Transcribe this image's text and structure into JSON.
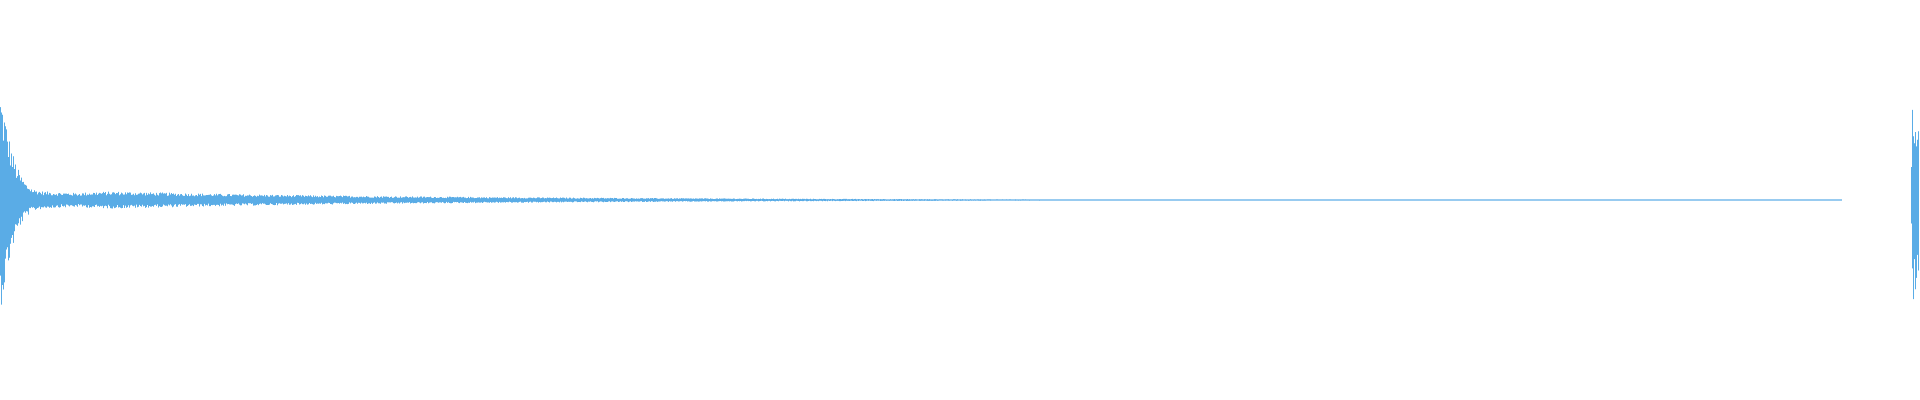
{
  "colors": {
    "background": "#ffffff",
    "waveform": "#5aace6"
  },
  "chart_data": {
    "type": "area",
    "title": "",
    "xlabel": "",
    "ylabel": "",
    "grid": false,
    "legend": "none",
    "ylim": [
      -1,
      1
    ],
    "xlim": [
      0,
      1
    ],
    "series": [
      {
        "envelope_breakpoints": {
          "x": [
            0.0,
            0.002,
            0.004,
            0.006,
            0.008,
            0.01,
            0.013,
            0.017,
            0.022,
            0.03,
            0.04,
            0.05,
            0.06,
            0.08,
            0.1,
            0.13,
            0.16,
            0.2,
            0.25,
            0.3,
            0.35,
            0.4,
            0.45,
            0.5,
            0.55,
            0.6,
            0.65,
            0.7,
            0.75,
            0.8,
            0.85,
            0.86,
            0.88,
            0.9,
            0.93,
            0.96,
            0.99,
            0.996,
            0.997,
            0.998,
            1.0
          ],
          "amplitude": [
            1.0,
            0.82,
            0.62,
            0.46,
            0.34,
            0.25,
            0.16,
            0.1,
            0.08,
            0.07,
            0.065,
            0.075,
            0.078,
            0.07,
            0.062,
            0.052,
            0.044,
            0.036,
            0.028,
            0.022,
            0.017,
            0.013,
            0.01,
            0.008,
            0.006,
            0.005,
            0.004,
            0.003,
            0.0025,
            0.002,
            0.002,
            0.0,
            0.002,
            0.0,
            0.002,
            0.0,
            0.0,
            0.0,
            0.96,
            0.9,
            0.85
          ]
        }
      }
    ]
  }
}
